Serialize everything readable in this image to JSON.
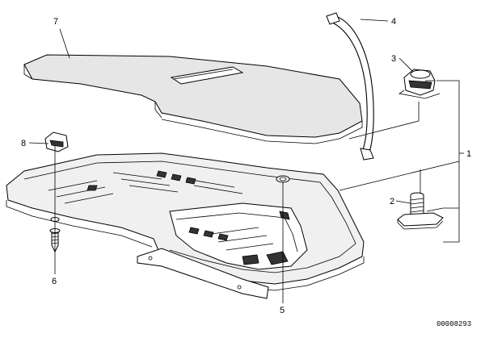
{
  "callouts": {
    "c1": "1",
    "c2": "2",
    "c3": "3",
    "c4": "4",
    "c5": "5",
    "c6": "6",
    "c7": "7",
    "c8": "8"
  },
  "part_number": "00008293"
}
